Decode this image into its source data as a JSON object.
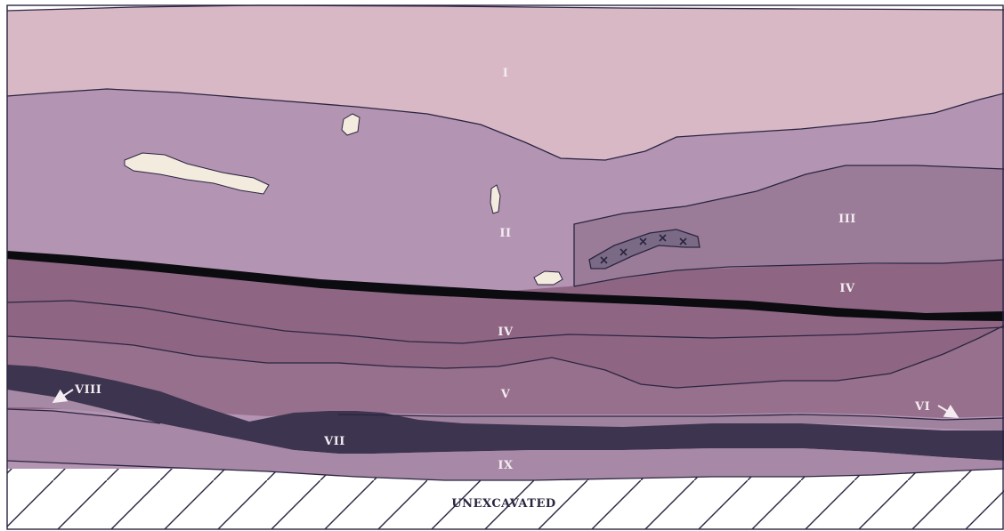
{
  "colors": {
    "layer_I": "#d9b8c6",
    "layer_II": "#b394b3",
    "layer_III": "#9a7c98",
    "layer_IV": "#8e6683",
    "layer_V": "#96708c",
    "layer_VI": "#9f829e",
    "layer_VII": "#3d3450",
    "layer_VIII": "#a689a4",
    "layer_IX": "#a788a6",
    "stone": "#f3ebde",
    "black_band": "#0c0c10",
    "outline": "#2b2540"
  },
  "layers": [
    {
      "id": "I",
      "label": "I"
    },
    {
      "id": "II",
      "label": "II"
    },
    {
      "id": "III",
      "label": "III"
    },
    {
      "id": "IV_right",
      "label": "IV"
    },
    {
      "id": "IV_main",
      "label": "IV"
    },
    {
      "id": "V",
      "label": "V"
    },
    {
      "id": "VI",
      "label": "VI"
    },
    {
      "id": "VII",
      "label": "VII"
    },
    {
      "id": "VIII",
      "label": "VIII"
    },
    {
      "id": "IX",
      "label": "IX"
    }
  ],
  "unexcavated": {
    "label": "UNEXCAVATED"
  }
}
